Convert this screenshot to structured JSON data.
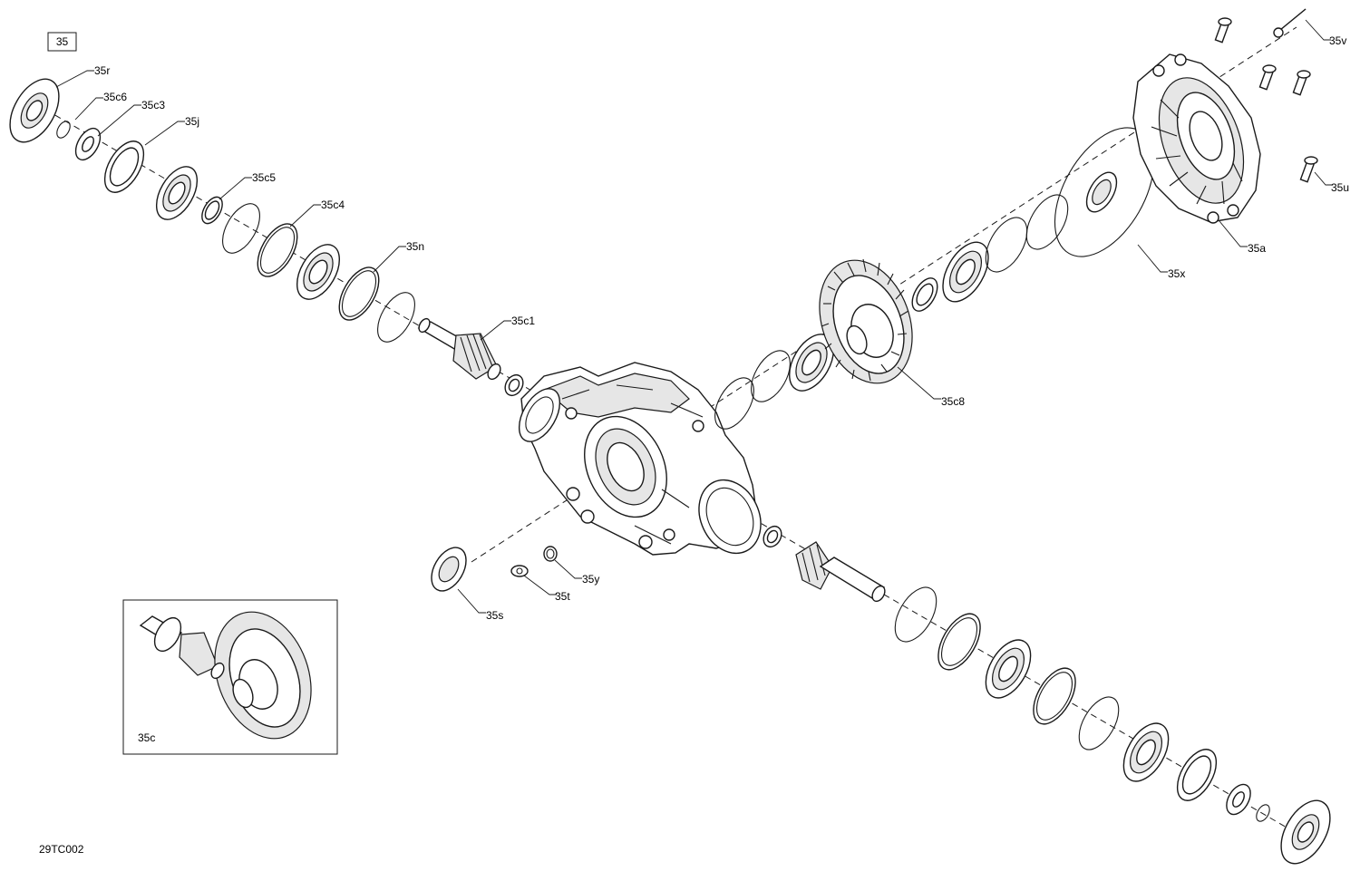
{
  "figure_number": "35",
  "figure_code": "29TC002",
  "inset_label": "35c",
  "callouts": {
    "r": "35r",
    "c6": "35c6",
    "c3": "35c3",
    "j": "35j",
    "c5": "35c5",
    "c4": "35c4",
    "n": "35n",
    "c1": "35c1",
    "v": "35v",
    "u": "35u",
    "a": "35a",
    "x": "35x",
    "c8": "35c8",
    "y": "35y",
    "t": "35t",
    "s": "35s"
  }
}
